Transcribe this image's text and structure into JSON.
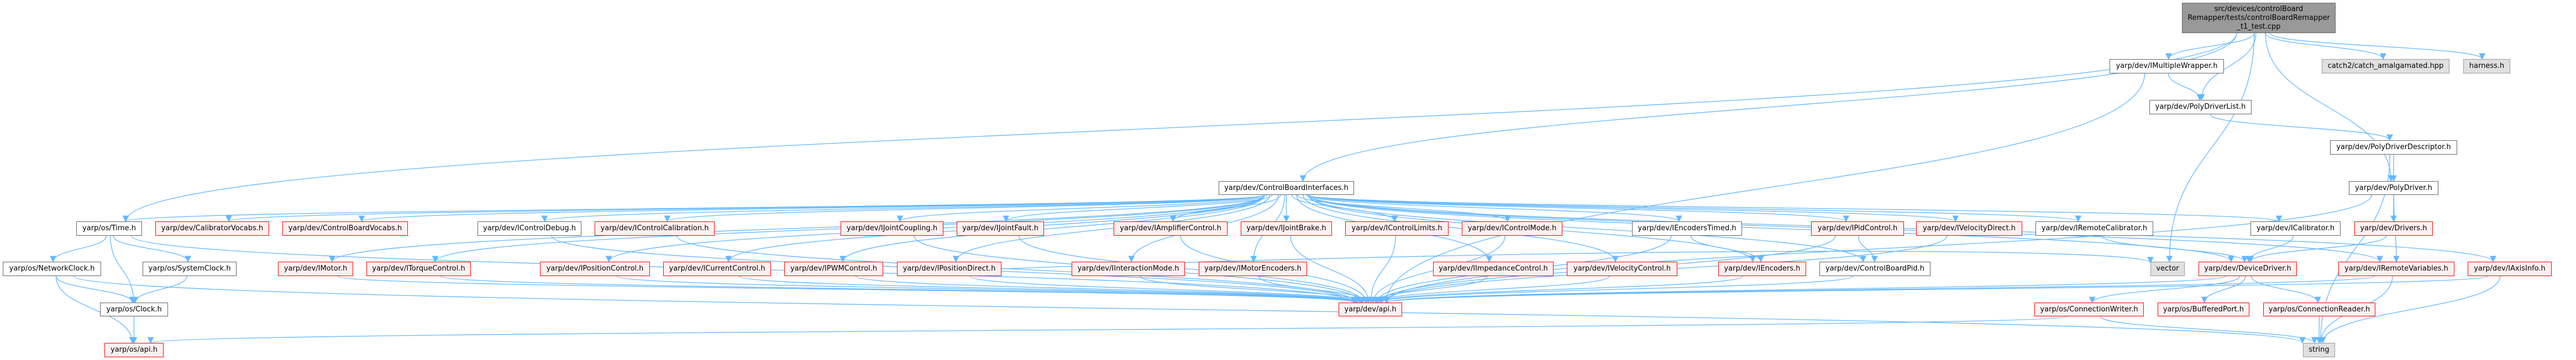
{
  "colors": {
    "edge": "#63b8ff",
    "red_border": "#ff0000",
    "red_fill": "#fff0f0",
    "root_fill": "#999999",
    "external_fill": "#e0e0e0"
  },
  "nodes": {
    "root": {
      "label": "src/devices/controlBoard Remapper/tests/controlBoardRemapper _t1_test.cpp",
      "kind": "root"
    },
    "imultiplewrapper": {
      "label": "yarp/dev/IMultipleWrapper.h",
      "kind": "normal"
    },
    "catch2": {
      "label": "catch2/catch_amalgamated.hpp",
      "kind": "external"
    },
    "harness": {
      "label": "harness.h",
      "kind": "external"
    },
    "polydriverlist": {
      "label": "yarp/dev/PolyDriverList.h",
      "kind": "normal"
    },
    "polydriverdescriptor": {
      "label": "yarp/dev/PolyDriverDescriptor.h",
      "kind": "normal"
    },
    "polydriver": {
      "label": "yarp/dev/PolyDriver.h",
      "kind": "normal"
    },
    "cbi": {
      "label": "yarp/dev/ControlBoardInterfaces.h",
      "kind": "normal"
    },
    "time": {
      "label": "yarp/os/Time.h",
      "kind": "normal"
    },
    "calibratorvocabs": {
      "label": "yarp/dev/CalibratorVocabs.h",
      "kind": "red"
    },
    "controlboardvocabs": {
      "label": "yarp/dev/ControlBoardVocabs.h",
      "kind": "red"
    },
    "icontroldebug": {
      "label": "yarp/dev/IControlDebug.h",
      "kind": "normal"
    },
    "icontrolcalibration": {
      "label": "yarp/dev/IControlCalibration.h",
      "kind": "red"
    },
    "ijointcoupling": {
      "label": "yarp/dev/IJointCoupling.h",
      "kind": "red"
    },
    "ijointfault": {
      "label": "yarp/dev/IJointFault.h",
      "kind": "red"
    },
    "iamplifiercontrol": {
      "label": "yarp/dev/IAmplifierControl.h",
      "kind": "red"
    },
    "ijointbrake": {
      "label": "yarp/dev/IJointBrake.h",
      "kind": "red"
    },
    "icontrollimits": {
      "label": "yarp/dev/IControlLimits.h",
      "kind": "red"
    },
    "icontrolmode": {
      "label": "yarp/dev/IControlMode.h",
      "kind": "red"
    },
    "iencoderstimed": {
      "label": "yarp/dev/IEncodersTimed.h",
      "kind": "normal"
    },
    "ipidcontrol": {
      "label": "yarp/dev/IPidControl.h",
      "kind": "red"
    },
    "ivelocitydirect": {
      "label": "yarp/dev/IVelocityDirect.h",
      "kind": "red"
    },
    "iremotecalibrator": {
      "label": "yarp/dev/IRemoteCalibrator.h",
      "kind": "normal"
    },
    "icalibrator": {
      "label": "yarp/dev/ICalibrator.h",
      "kind": "normal"
    },
    "drivers": {
      "label": "yarp/dev/Drivers.h",
      "kind": "red"
    },
    "networkclock": {
      "label": "yarp/os/NetworkClock.h",
      "kind": "normal"
    },
    "systemclock": {
      "label": "yarp/os/SystemClock.h",
      "kind": "normal"
    },
    "imotor": {
      "label": "yarp/dev/IMotor.h",
      "kind": "red"
    },
    "itorquecontrol": {
      "label": "yarp/dev/ITorqueControl.h",
      "kind": "red"
    },
    "ipositioncontrol": {
      "label": "yarp/dev/IPositionControl.h",
      "kind": "red"
    },
    "icurrentcontrol": {
      "label": "yarp/dev/ICurrentControl.h",
      "kind": "red"
    },
    "ipwmcontrol": {
      "label": "yarp/dev/IPWMControl.h",
      "kind": "red"
    },
    "ipositiondirect": {
      "label": "yarp/dev/IPositionDirect.h",
      "kind": "red"
    },
    "iinteractionmode": {
      "label": "yarp/dev/IInteractionMode.h",
      "kind": "red"
    },
    "imotorencoders": {
      "label": "yarp/dev/IMotorEncoders.h",
      "kind": "red"
    },
    "iimpedancecontrol": {
      "label": "yarp/dev/IImpedanceControl.h",
      "kind": "red"
    },
    "ivelocitycontrol": {
      "label": "yarp/dev/IVelocityControl.h",
      "kind": "red"
    },
    "iencoders": {
      "label": "yarp/dev/IEncoders.h",
      "kind": "red"
    },
    "controlboardpid": {
      "label": "yarp/dev/ControlBoardPid.h",
      "kind": "normal"
    },
    "vector": {
      "label": "vector",
      "kind": "external"
    },
    "devicedriver": {
      "label": "yarp/dev/DeviceDriver.h",
      "kind": "red"
    },
    "iremotevariables": {
      "label": "yarp/dev/IRemoteVariables.h",
      "kind": "red"
    },
    "iaxisinfo": {
      "label": "yarp/dev/IAxisInfo.h",
      "kind": "red"
    },
    "clock": {
      "label": "yarp/os/Clock.h",
      "kind": "normal"
    },
    "devapi": {
      "label": "yarp/dev/api.h",
      "kind": "red"
    },
    "connectionwriter": {
      "label": "yarp/os/ConnectionWriter.h",
      "kind": "red"
    },
    "bufferedport": {
      "label": "yarp/os/BufferedPort.h",
      "kind": "red"
    },
    "connectionreader": {
      "label": "yarp/os/ConnectionReader.h",
      "kind": "red"
    },
    "osapi": {
      "label": "yarp/os/api.h",
      "kind": "red"
    },
    "string": {
      "label": "string",
      "kind": "external"
    }
  },
  "edges": [
    [
      "root",
      "cbi"
    ],
    [
      "root",
      "time"
    ],
    [
      "root",
      "imultiplewrapper"
    ],
    [
      "root",
      "polydriverlist"
    ],
    [
      "root",
      "vector"
    ],
    [
      "root",
      "polydriver"
    ],
    [
      "root",
      "catch2"
    ],
    [
      "root",
      "harness"
    ],
    [
      "imultiplewrapper",
      "polydriverlist"
    ],
    [
      "imultiplewrapper",
      "devapi"
    ],
    [
      "polydriverlist",
      "polydriverdescriptor"
    ],
    [
      "polydriverdescriptor",
      "polydriver"
    ],
    [
      "polydriverdescriptor",
      "string"
    ],
    [
      "polydriver",
      "drivers"
    ],
    [
      "polydriver",
      "iremotevariables"
    ],
    [
      "polydriver",
      "devapi"
    ],
    [
      "cbi",
      "time"
    ],
    [
      "cbi",
      "calibratorvocabs"
    ],
    [
      "cbi",
      "controlboardvocabs"
    ],
    [
      "cbi",
      "icontroldebug"
    ],
    [
      "cbi",
      "icontrolcalibration"
    ],
    [
      "cbi",
      "ijointcoupling"
    ],
    [
      "cbi",
      "ijointfault"
    ],
    [
      "cbi",
      "iamplifiercontrol"
    ],
    [
      "cbi",
      "ijointbrake"
    ],
    [
      "cbi",
      "icontrollimits"
    ],
    [
      "cbi",
      "icontrolmode"
    ],
    [
      "cbi",
      "iencoderstimed"
    ],
    [
      "cbi",
      "ipidcontrol"
    ],
    [
      "cbi",
      "ivelocitydirect"
    ],
    [
      "cbi",
      "iremotecalibrator"
    ],
    [
      "cbi",
      "icalibrator"
    ],
    [
      "cbi",
      "imotor"
    ],
    [
      "cbi",
      "itorquecontrol"
    ],
    [
      "cbi",
      "ipositioncontrol"
    ],
    [
      "cbi",
      "icurrentcontrol"
    ],
    [
      "cbi",
      "ipwmcontrol"
    ],
    [
      "cbi",
      "ipositiondirect"
    ],
    [
      "cbi",
      "iinteractionmode"
    ],
    [
      "cbi",
      "imotorencoders"
    ],
    [
      "cbi",
      "iimpedancecontrol"
    ],
    [
      "cbi",
      "ivelocitycontrol"
    ],
    [
      "cbi",
      "iencoders"
    ],
    [
      "cbi",
      "controlboardpid"
    ],
    [
      "cbi",
      "devicedriver"
    ],
    [
      "cbi",
      "iaxisinfo"
    ],
    [
      "cbi",
      "iremotevariables"
    ],
    [
      "time",
      "networkclock"
    ],
    [
      "time",
      "systemclock"
    ],
    [
      "time",
      "clock"
    ],
    [
      "time",
      "devapi"
    ],
    [
      "networkclock",
      "clock"
    ],
    [
      "networkclock",
      "osapi"
    ],
    [
      "networkclock",
      "string"
    ],
    [
      "systemclock",
      "clock"
    ],
    [
      "clock",
      "osapi"
    ],
    [
      "icontroldebug",
      "devapi"
    ],
    [
      "icontrolcalibration",
      "devapi"
    ],
    [
      "ijointcoupling",
      "devapi"
    ],
    [
      "ijointfault",
      "devapi"
    ],
    [
      "iamplifiercontrol",
      "devapi"
    ],
    [
      "ijointbrake",
      "devapi"
    ],
    [
      "icontrollimits",
      "devapi"
    ],
    [
      "icontrolmode",
      "devapi"
    ],
    [
      "iencoderstimed",
      "iencoders"
    ],
    [
      "iencoderstimed",
      "devapi"
    ],
    [
      "ipidcontrol",
      "controlboardpid"
    ],
    [
      "ipidcontrol",
      "devapi"
    ],
    [
      "ivelocitydirect",
      "devapi"
    ],
    [
      "iremotecalibrator",
      "devicedriver"
    ],
    [
      "icalibrator",
      "devicedriver"
    ],
    [
      "drivers",
      "devicedriver"
    ],
    [
      "ipositiondirect",
      "vector"
    ],
    [
      "imotor",
      "devapi"
    ],
    [
      "itorquecontrol",
      "devapi"
    ],
    [
      "ipositioncontrol",
      "devapi"
    ],
    [
      "icurrentcontrol",
      "devapi"
    ],
    [
      "ipwmcontrol",
      "devapi"
    ],
    [
      "ipositiondirect",
      "devapi"
    ],
    [
      "iinteractionmode",
      "devapi"
    ],
    [
      "imotorencoders",
      "devapi"
    ],
    [
      "iimpedancecontrol",
      "devapi"
    ],
    [
      "ivelocitycontrol",
      "devapi"
    ],
    [
      "iencoders",
      "devapi"
    ],
    [
      "controlboardpid",
      "devapi"
    ],
    [
      "devicedriver",
      "connectionwriter"
    ],
    [
      "devicedriver",
      "bufferedport"
    ],
    [
      "devicedriver",
      "connectionreader"
    ],
    [
      "devicedriver",
      "devapi"
    ],
    [
      "iremotevariables",
      "string"
    ],
    [
      "iremotevariables",
      "devapi"
    ],
    [
      "iaxisinfo",
      "string"
    ],
    [
      "iaxisinfo",
      "devapi"
    ],
    [
      "connectionwriter",
      "string"
    ],
    [
      "connectionwriter",
      "osapi"
    ],
    [
      "connectionreader",
      "string"
    ]
  ]
}
